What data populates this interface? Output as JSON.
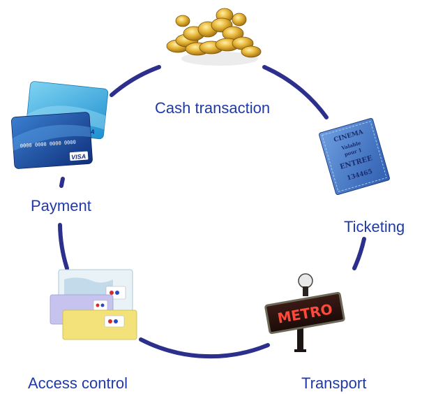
{
  "nodes": {
    "cash": "Cash transaction",
    "ticketing": "Ticketing",
    "transport": "Transport",
    "access": "Access control",
    "payment": "Payment"
  },
  "illustrations": {
    "cash": "gold-coins",
    "ticketing": "cinema-ticket",
    "transport": "metro-sign",
    "access": "access-badges",
    "payment": "visa-cards"
  },
  "ticket_text": {
    "line1": "CINEMA",
    "line2": "Valable",
    "line3": "pour 1",
    "line4": "ENTREE",
    "line5": "134465"
  },
  "metro_sign": "METRO",
  "card_brand": "VISA",
  "card_number": "0000 0000 0000 0000",
  "colors": {
    "ring": "#2d2f8c",
    "label": "#1f3aa8",
    "ticket": "#3f73c4",
    "coin": "#d9a52a",
    "card_front": "#1d4f9c",
    "card_back": "#2fa5d9"
  }
}
